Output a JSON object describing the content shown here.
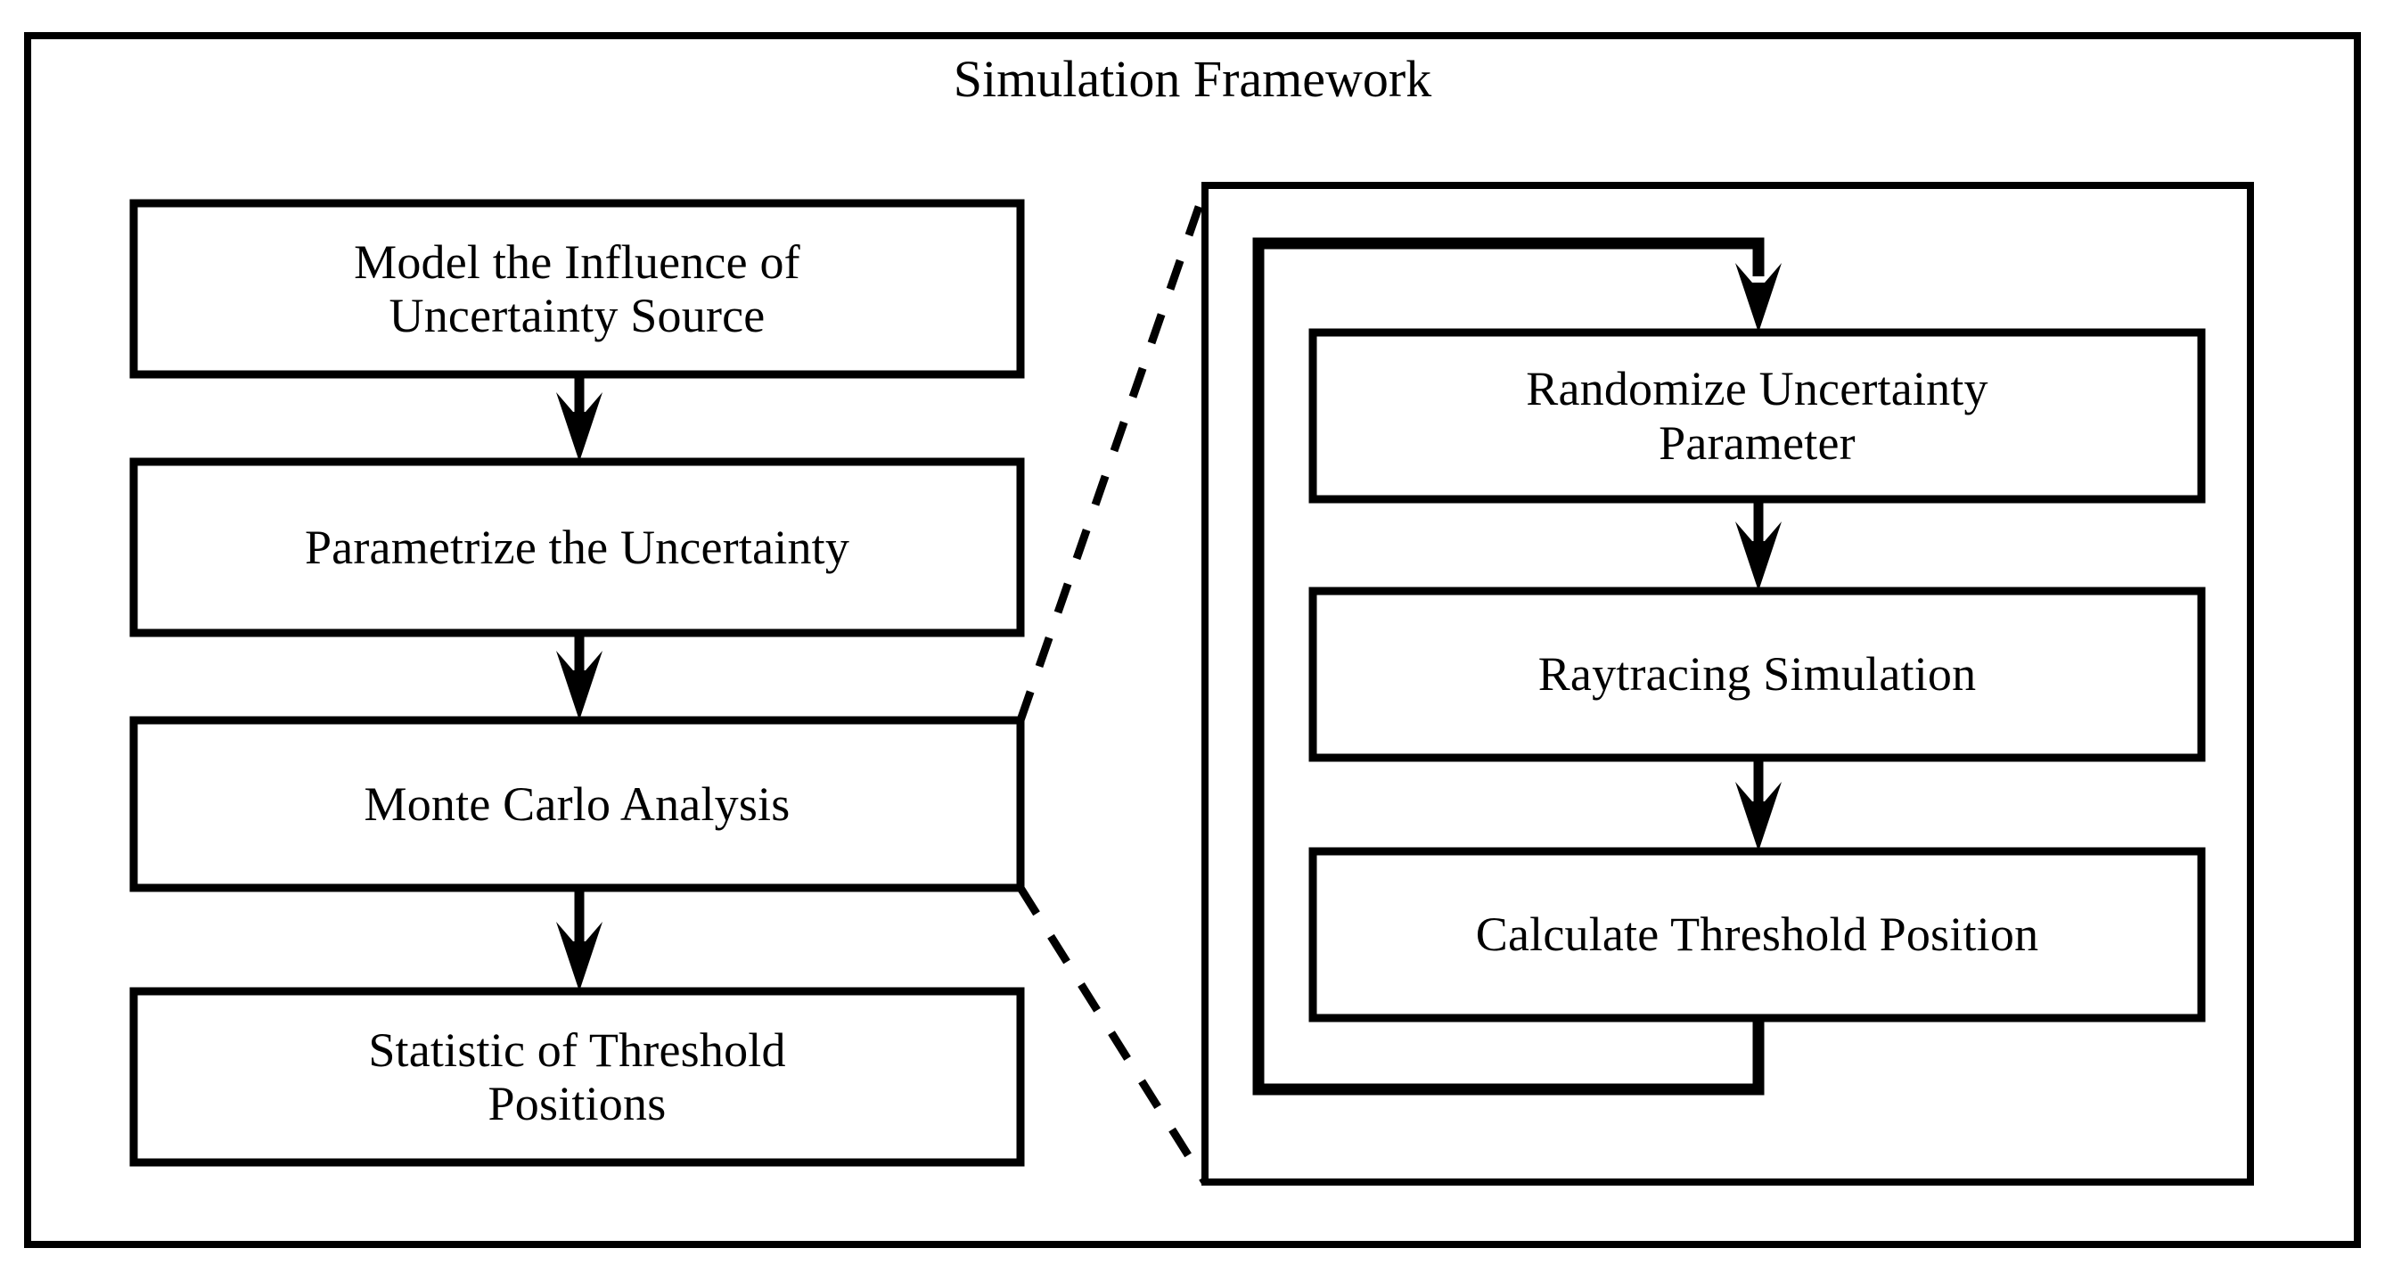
{
  "diagram": {
    "title": "Simulation Framework",
    "colors": {
      "background": "#ffffff",
      "stroke": "#000000",
      "text": "#000000"
    },
    "outer_frame": {
      "name": "Simulation Framework",
      "stroke_width": 8
    },
    "left_flow": {
      "steps": [
        {
          "id": "model-influence",
          "label": "Model the Influence of\nUncertainty Source"
        },
        {
          "id": "parametrize-uncertainty",
          "label": "Parametrize the Uncertainty"
        },
        {
          "id": "monte-carlo-analysis",
          "label": "Monte Carlo Analysis"
        },
        {
          "id": "statistic-threshold-positions",
          "label": "Statistic of Threshold\nPositions"
        }
      ],
      "arrows": [
        {
          "from": "model-influence",
          "to": "parametrize-uncertainty"
        },
        {
          "from": "parametrize-uncertainty",
          "to": "monte-carlo-analysis"
        },
        {
          "from": "monte-carlo-analysis",
          "to": "statistic-threshold-positions"
        }
      ]
    },
    "detail_panel": {
      "id": "monte-carlo-detail-panel",
      "expanded_from": "monte-carlo-analysis",
      "connector_style": "dashed",
      "steps": [
        {
          "id": "randomize-uncertainty-parameter",
          "label": "Randomize Uncertainty\nParameter"
        },
        {
          "id": "raytracing-simulation",
          "label": "Raytracing Simulation"
        },
        {
          "id": "calculate-threshold-position",
          "label": "Calculate Threshold Position"
        }
      ],
      "arrows": [
        {
          "from": "loop-entry",
          "to": "randomize-uncertainty-parameter"
        },
        {
          "from": "randomize-uncertainty-parameter",
          "to": "raytracing-simulation"
        },
        {
          "from": "raytracing-simulation",
          "to": "calculate-threshold-position"
        }
      ],
      "loop": {
        "id": "monte-carlo-iteration-loop",
        "from": "calculate-threshold-position",
        "to": "randomize-uncertainty-parameter",
        "direction": "counter-clockwise"
      }
    }
  }
}
